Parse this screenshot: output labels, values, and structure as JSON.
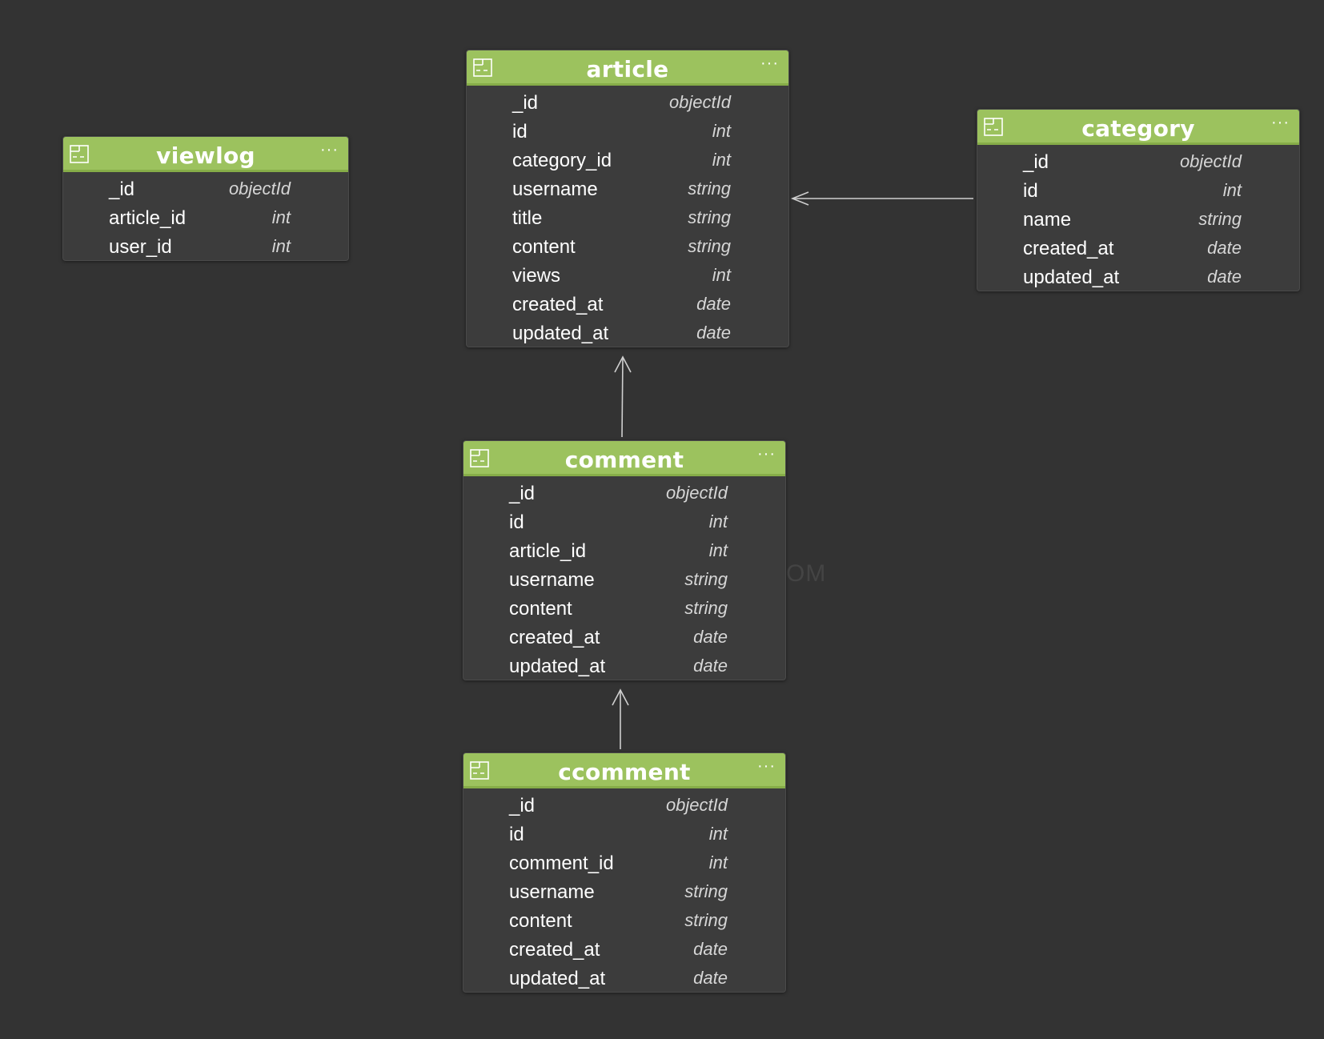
{
  "diagram": {
    "watermark": "OM",
    "tables": [
      {
        "name": "viewlog",
        "menu": "···",
        "fields": [
          {
            "name": "_id",
            "type": "objectId"
          },
          {
            "name": "article_id",
            "type": "int"
          },
          {
            "name": "user_id",
            "type": "int"
          }
        ]
      },
      {
        "name": "article",
        "menu": "···",
        "fields": [
          {
            "name": "_id",
            "type": "objectId"
          },
          {
            "name": "id",
            "type": "int"
          },
          {
            "name": "category_id",
            "type": "int"
          },
          {
            "name": "username",
            "type": "string"
          },
          {
            "name": "title",
            "type": "string"
          },
          {
            "name": "content",
            "type": "string"
          },
          {
            "name": "views",
            "type": "int"
          },
          {
            "name": "created_at",
            "type": "date"
          },
          {
            "name": "updated_at",
            "type": "date"
          }
        ]
      },
      {
        "name": "category",
        "menu": "···",
        "fields": [
          {
            "name": "_id",
            "type": "objectId"
          },
          {
            "name": "id",
            "type": "int"
          },
          {
            "name": "name",
            "type": "string"
          },
          {
            "name": "created_at",
            "type": "date"
          },
          {
            "name": "updated_at",
            "type": "date"
          }
        ]
      },
      {
        "name": "comment",
        "menu": "···",
        "fields": [
          {
            "name": "_id",
            "type": "objectId"
          },
          {
            "name": "id",
            "type": "int"
          },
          {
            "name": "article_id",
            "type": "int"
          },
          {
            "name": "username",
            "type": "string"
          },
          {
            "name": "content",
            "type": "string"
          },
          {
            "name": "created_at",
            "type": "date"
          },
          {
            "name": "updated_at",
            "type": "date"
          }
        ]
      },
      {
        "name": "ccomment",
        "menu": "···",
        "fields": [
          {
            "name": "_id",
            "type": "objectId"
          },
          {
            "name": "id",
            "type": "int"
          },
          {
            "name": "comment_id",
            "type": "int"
          },
          {
            "name": "username",
            "type": "string"
          },
          {
            "name": "content",
            "type": "string"
          },
          {
            "name": "created_at",
            "type": "date"
          },
          {
            "name": "updated_at",
            "type": "date"
          }
        ]
      }
    ],
    "relations": [
      {
        "from": "category",
        "to": "article"
      },
      {
        "from": "comment",
        "to": "article"
      },
      {
        "from": "ccomment",
        "to": "comment"
      }
    ]
  },
  "colors": {
    "background": "#333333",
    "header": "#9cc25e",
    "body": "#3c3c3c",
    "text": "#ffffff",
    "type_text": "#d6d6d6",
    "edge": "#cfcfcf"
  }
}
